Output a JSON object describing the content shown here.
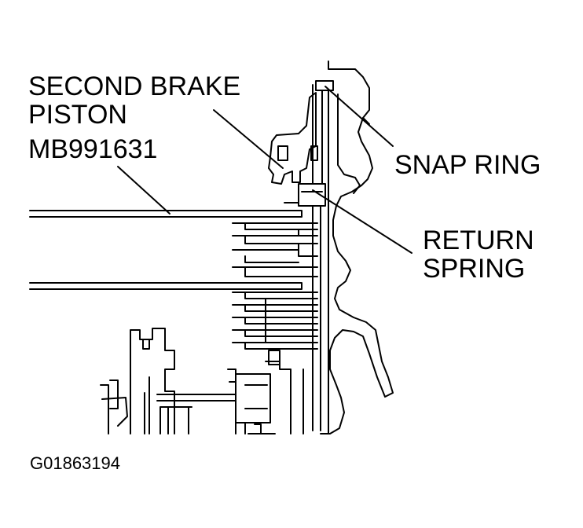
{
  "labels": {
    "second_brake_piston_line1": "SECOND BRAKE",
    "second_brake_piston_line2": "PISTON",
    "tool_number": "MB991631",
    "snap_ring": "SNAP RING",
    "return_spring_line1": "RETURN",
    "return_spring_line2": "SPRING"
  },
  "figure_id": "G01863194",
  "colors": {
    "ink": "#000000",
    "paper": "#ffffff"
  }
}
